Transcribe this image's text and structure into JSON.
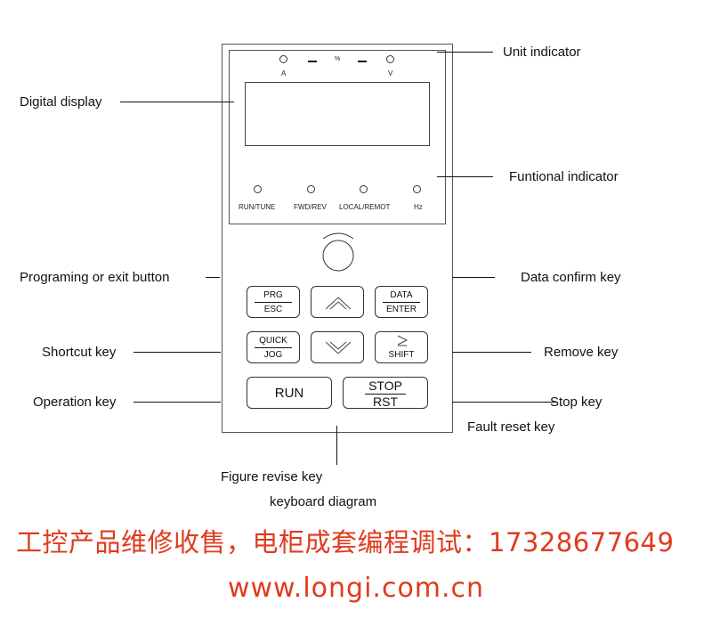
{
  "labels": {
    "unit_indicator": "Unit indicator",
    "digital_display": "Digital display",
    "functional_indicator": "Funtional indicator",
    "programming_exit": "Programing or exit button",
    "data_confirm": "Data confirm key",
    "shortcut": "Shortcut key",
    "remove": "Remove key",
    "operation": "Operation key",
    "stop": "Stop key",
    "fault_reset": "Fault reset key",
    "figure_revise": "Figure revise key",
    "caption": "keyboard diagram"
  },
  "panel": {
    "unit_a": "A",
    "unit_percent": "%",
    "unit_v": "V",
    "indicators": [
      "RUN/TUNE",
      "FWD/REV",
      "LOCAL/REMOT",
      "Hz"
    ],
    "keys": {
      "prg_top": "PRG",
      "prg_bottom": "ESC",
      "data_top": "DATA",
      "data_bottom": "ENTER",
      "quick_top": "QUICK",
      "quick_bottom": "JOG",
      "shift_bottom": "SHIFT",
      "run": "RUN",
      "stop_top": "STOP",
      "stop_bottom": "RST"
    }
  },
  "footer": {
    "chinese_text": "工控产品维修收售，电柜成套编程调试：17328677649",
    "url": "www.longi.com.cn"
  },
  "colors": {
    "footer_text": "#e03a1e",
    "lines": "#111111"
  }
}
